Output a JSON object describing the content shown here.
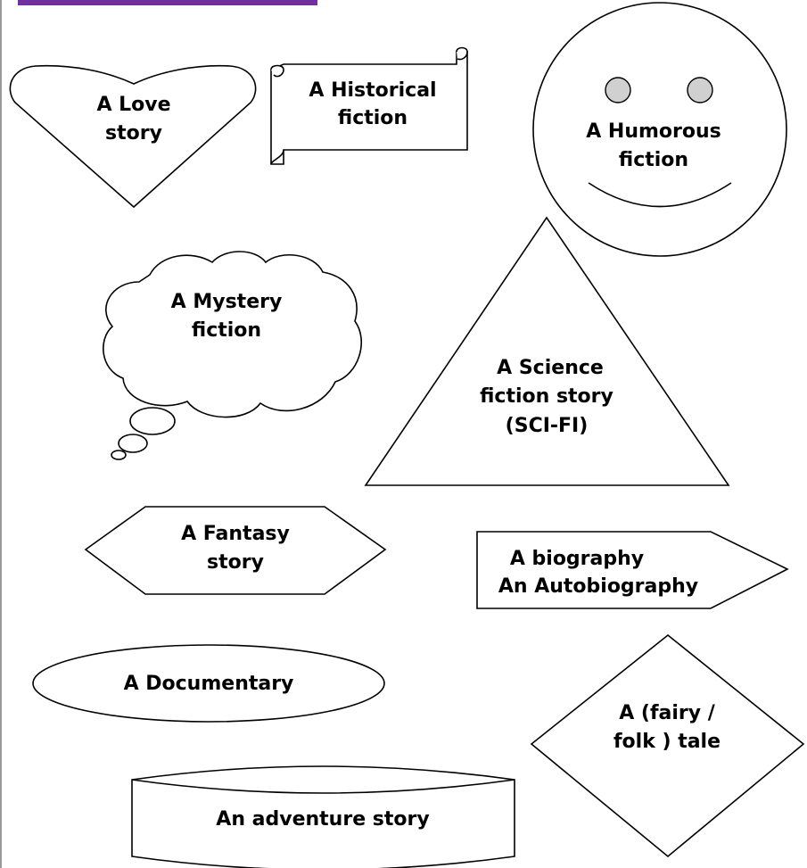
{
  "colors": {
    "accent_bar": "#7030a0",
    "eye_fill": "#d0d0d0"
  },
  "shapes": {
    "heart": {
      "line1": "A Love",
      "line2": "story"
    },
    "scroll": {
      "line1": "A Historical",
      "line2": "fiction"
    },
    "smiley": {
      "line1": "A Humorous",
      "line2": "fiction"
    },
    "cloud": {
      "line1": "A Mystery",
      "line2": "fiction"
    },
    "triangle": {
      "line1": "A Science",
      "line2": "fiction story",
      "line3": "(SCI-FI)"
    },
    "hexagon": {
      "line1": "A Fantasy",
      "line2": "story"
    },
    "arrow": {
      "line1": "A biography",
      "line2": "An Autobiography"
    },
    "ellipse": {
      "line1": "A Documentary"
    },
    "diamond": {
      "line1": "A  (fairy /",
      "line2": "folk ) tale"
    },
    "cylinder": {
      "line1": "An adventure story"
    }
  }
}
